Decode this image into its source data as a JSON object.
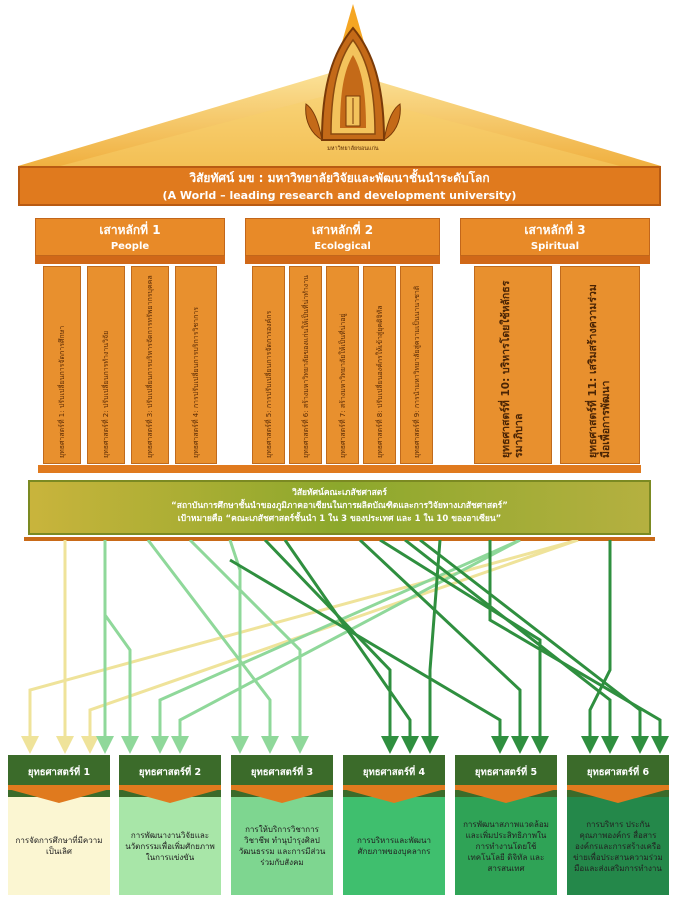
{
  "colors": {
    "roof": "#f2b94a",
    "orange": "#e07a1e",
    "pillar": "#e8902e",
    "light_yellow": "#f1e59c",
    "mid_green": "#7fd08a",
    "dark_green": "#2f8f3f"
  },
  "logo": {
    "caption": "มหาวิทยาลัยขอนแก่น"
  },
  "vision": {
    "thai": "วิสัยทัศน์ มข : มหาวิทยาลัยวิจัยและพัฒนาชั้นนำระดับโลก",
    "english": "(A World – leading research and development university)"
  },
  "pillars": [
    {
      "title": "เสาหลักที่ 1",
      "subtitle": "People",
      "columns": [
        "ยุทธศาสตร์ที่ 1: ปรับเปลี่ยนการจัดการศึกษา",
        "ยุทธศาสตร์ที่ 2: ปรับเปลี่ยนการทำงานวิจัย",
        "ยุทธศาสตร์ที่ 3: ปรับเปลี่ยนการบริหารจัดการทรัพยากรบุคคล",
        "ยุทธศาสตร์ที่ 4: การปรับเปลี่ยนการบริการวิชาการ"
      ]
    },
    {
      "title": "เสาหลักที่ 2",
      "subtitle": "Ecological",
      "columns": [
        "ยุทธศาสตร์ที่ 5: การปรับเปลี่ยนการจัดการองค์กร",
        "ยุทธศาสตร์ที่ 6: สร้างมหาวิทยาลัยของแก่นให้เป็นที่น่าทำงาน",
        "ยุทธศาสตร์ที่ 7: สร้างมหาวิทยาลัยให้เป็นที่น่าอยู่",
        "ยุทธศาสตร์ที่ 8: ปรับเปลี่ยนองค์กรให้เข้าสู่ยุคดิจิทัล",
        "ยุทธศาสตร์ที่ 9: การนำมหาวิทยาลัยสู่ความเป็นนานาชาติ"
      ]
    },
    {
      "title": "เสาหลักที่ 3",
      "subtitle": "Spiritual",
      "columns": [
        "ยุทธศาสตร์ที่ 10: บริหารโดยใช้หลักธรรมาภิบาล",
        "ยุทธศาสตร์ที่ 11: เสริมสร้างความร่วมมือเพื่อการพัฒนา"
      ]
    }
  ],
  "faculty": {
    "line1": "วิสัยทัศน์คณะเภสัชศาสตร์",
    "line2": "“สถาบันการศึกษาชั้นนำของภูมิภาคอาเซียนในการผลิตบัณฑิตและการวิจัยทางเภสัชศาสตร์”",
    "line3": "เป้าหมายคือ “คณะเภสัชศาสตร์ชั้นนำ 1 ใน 3 ของประเทศ และ 1 ใน 10 ของอาเซียน”"
  },
  "strategies": [
    {
      "title": "ยุทธศาสตร์ที่ 1",
      "body": "การจัดการศึกษาที่มีความเป็นเลิศ",
      "head_color": "#3b6b2a",
      "body_color": "#fbf6d2"
    },
    {
      "title": "ยุทธศาสตร์ที่ 2",
      "body": "การพัฒนางานวิจัยและนวัตกรรมเพื่อเพิ่มศักยภาพในการแข่งขัน",
      "head_color": "#3b6b2a",
      "body_color": "#a8e6a8"
    },
    {
      "title": "ยุทธศาสตร์ที่ 3",
      "body": "การให้บริการวิชาการวิชาชีพ ทำนุบำรุงศิลปวัฒนธรรม และการมีส่วนร่วมกับสังคม",
      "head_color": "#3b6b2a",
      "body_color": "#7ed690"
    },
    {
      "title": "ยุทธศาสตร์ที่ 4",
      "body": "การบริหารและพัฒนาศักยภาพของบุคลากร",
      "head_color": "#3b6b2a",
      "body_color": "#3fbf6e"
    },
    {
      "title": "ยุทธศาสตร์ที่ 5",
      "body": "การพัฒนาสภาพแวดล้อมและเพิ่มประสิทธิภาพในการทำงานโดยใช้เทคโนโลยี ดิจิทัล และสารสนเทศ",
      "head_color": "#3b6b2a",
      "body_color": "#2fa356"
    },
    {
      "title": "ยุทธศาสตร์ที่ 6",
      "body": "การบริหาร ประกันคุณภาพองค์กร สื่อสารองค์กรและการสร้างเครือข่ายเพื่อประสานความร่วมมือและส่งเสริมการทำงาน",
      "head_color": "#3b6b2a",
      "body_color": "#24884a"
    }
  ]
}
